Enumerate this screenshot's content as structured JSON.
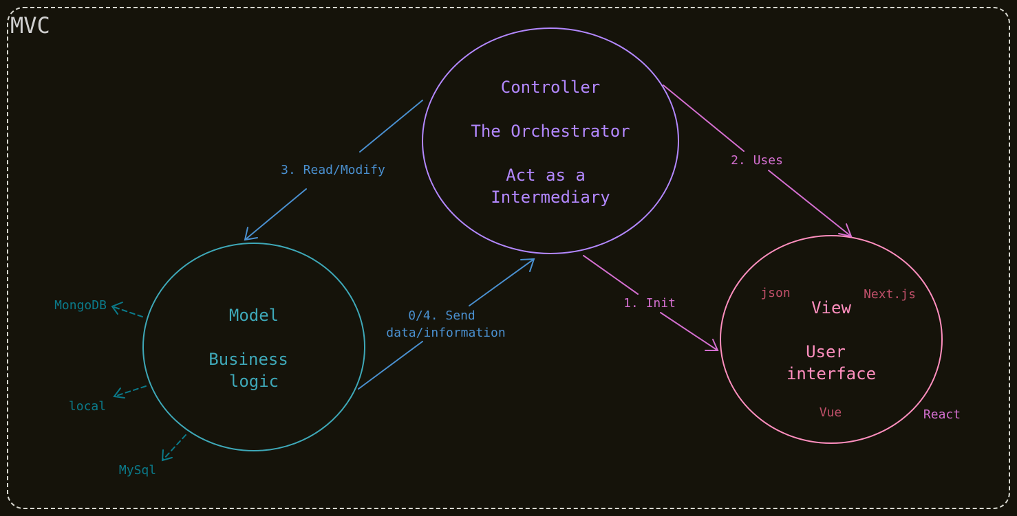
{
  "frame_title": "MVC",
  "colors": {
    "background": "#15130a",
    "frame": "#d8d8d0",
    "controller": "#b388ff",
    "model": "#3ea8b8",
    "view": "#ff8fbf",
    "view_tech": "#c0506a",
    "blue_arrow": "#4a90d0",
    "pink_arrow": "#d46fd0",
    "db": "#0b7a8a"
  },
  "controller": {
    "title": "Controller",
    "subtitle": "The Orchestrator",
    "desc_line1": "Act as a",
    "desc_line2": "Intermediary"
  },
  "model": {
    "title": "Model",
    "desc_line1": "Business",
    "desc_line2": "logic"
  },
  "view": {
    "title": "View",
    "desc_line1": "User",
    "desc_line2": "interface",
    "tech": {
      "json": "json",
      "nextjs": "Next.js",
      "vue": "Vue",
      "react": "React"
    }
  },
  "databases": {
    "mongodb": "MongoDB",
    "local": "local",
    "mysql": "MySql"
  },
  "edges": {
    "read_modify": "3. Read/Modify",
    "send_line1": "0/4. Send",
    "send_line2": "data/information",
    "uses": "2. Uses",
    "init": "1. Init"
  }
}
